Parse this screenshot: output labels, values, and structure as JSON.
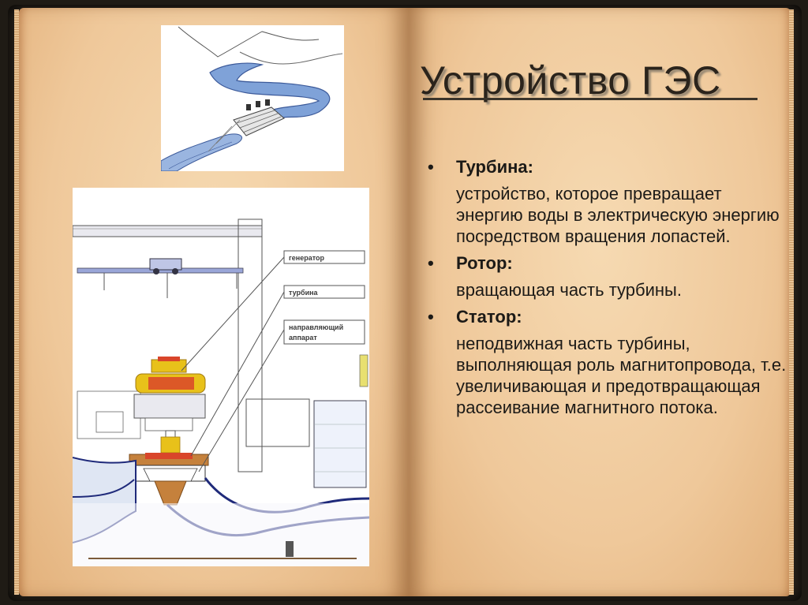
{
  "title": "Устройство ГЭС",
  "items": [
    {
      "term": "Турбина:",
      "desc": "устройство, которое превращает энергию воды в электрическую энергию посредством вращения лопастей."
    },
    {
      "term": "Ротор:",
      "desc": "вращающая часть турбины."
    },
    {
      "term": "Статор:",
      "desc": "неподвижная часть турбины, выполняющая роль магнитопровода, т.е. увеличивающая и предотвращающая рассеивание магнитного потока."
    }
  ],
  "diagram_labels": {
    "generator": "генератор",
    "turbine": "турбина",
    "guide_line1": "направляющий",
    "guide_line2": "аппарат"
  },
  "colors": {
    "page": "#f1cfa3",
    "text": "#1c1a17",
    "water": "#7fa2d8",
    "rotor": "#e8c11a",
    "runner": "#c5813c"
  }
}
